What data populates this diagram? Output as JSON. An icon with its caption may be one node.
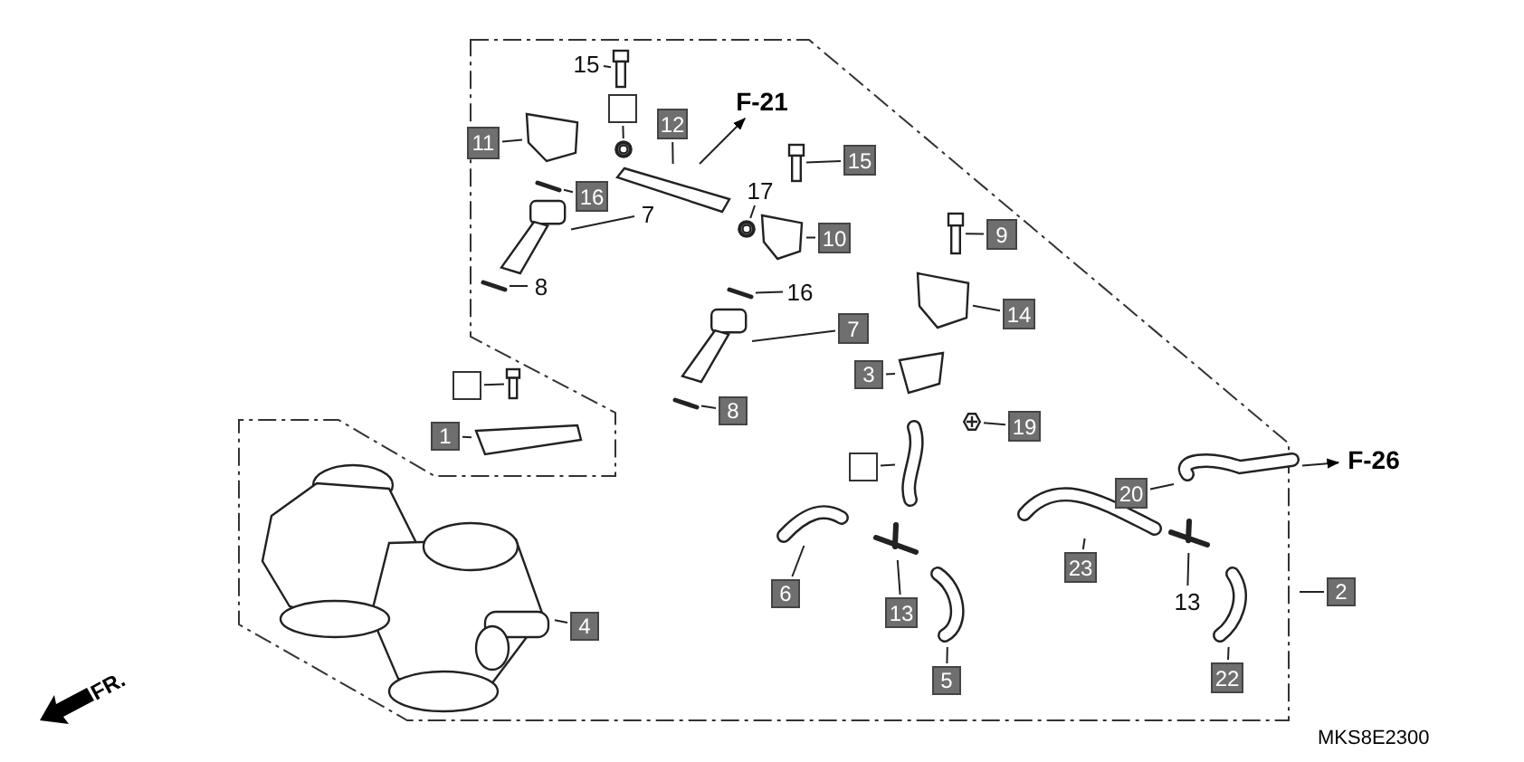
{
  "diagram": {
    "nodes": [
      {
        "text": [
          "15"
        ]
      },
      {
        "text": [],
        "shape": "box"
      },
      {
        "text": [
          "11"
        ]
      },
      {
        "text": [
          "12"
        ]
      },
      {
        "text": [
          "F-21"
        ]
      },
      {
        "text": [
          "15"
        ]
      },
      {
        "text": [
          "16"
        ]
      },
      {
        "text": [
          "17"
        ]
      },
      {
        "text": [
          "7"
        ]
      },
      {
        "text": [
          "10"
        ]
      },
      {
        "text": [
          "9"
        ]
      },
      {
        "text": [
          "8"
        ]
      },
      {
        "text": [
          "16"
        ]
      },
      {
        "text": [
          "7"
        ]
      },
      {
        "text": [
          "14"
        ]
      },
      {
        "text": [
          "3"
        ]
      },
      {
        "text": [
          "1"
        ]
      },
      {
        "text": [],
        "shape": "box"
      },
      {
        "text": [
          "8"
        ]
      },
      {
        "text": [
          "19"
        ]
      },
      {
        "text": [],
        "shape": "box"
      },
      {
        "text": [
          "20"
        ]
      },
      {
        "text": [
          "F-26"
        ]
      },
      {
        "text": [
          "23"
        ]
      },
      {
        "text": [
          "6"
        ]
      },
      {
        "text": [
          "13"
        ]
      },
      {
        "text": [
          "13"
        ]
      },
      {
        "text": [
          "2"
        ]
      },
      {
        "text": [
          "4"
        ]
      },
      {
        "text": [
          "5"
        ]
      },
      {
        "text": [
          "22"
        ]
      },
      {
        "text": [],
        "shape": "picture"
      },
      {
        "text": [],
        "shape": "picture"
      },
      {
        "text": [],
        "shape": "picture"
      },
      {
        "text": [],
        "shape": "picture"
      },
      {
        "text": [],
        "shape": "picture"
      },
      {
        "text": [],
        "shape": "picture"
      },
      {
        "text": [],
        "shape": "picture"
      },
      {
        "text": [],
        "shape": "picture"
      },
      {
        "text": [],
        "shape": "picture"
      },
      {
        "text": [],
        "shape": "picture"
      },
      {
        "text": [],
        "shape": "picture"
      },
      {
        "text": [],
        "shape": "picture"
      },
      {
        "text": [],
        "shape": "picture"
      },
      {
        "text": [],
        "shape": "picture"
      },
      {
        "text": [],
        "shape": "picture"
      },
      {
        "text": [],
        "shape": "picture"
      },
      {
        "text": [],
        "shape": "picture"
      },
      {
        "text": [],
        "shape": "picture"
      },
      {
        "text": [],
        "shape": "picture"
      },
      {
        "text": [],
        "shape": "picture"
      },
      {
        "text": [],
        "shape": "picture"
      },
      {
        "text": [],
        "shape": "picture"
      },
      {
        "text": [],
        "shape": "picture"
      },
      {
        "text": [],
        "shape": "picture"
      },
      {
        "text": [],
        "shape": "picture"
      },
      {
        "text": [],
        "shape": "picture"
      },
      {
        "text": [],
        "shape": "picture"
      },
      {
        "text": [],
        "shape": "picture"
      }
    ],
    "edges": [
      {
        "from": 0,
        "to": 31,
        "arrow": "none"
      },
      {
        "from": 1,
        "to": 32,
        "arrow": "none"
      },
      {
        "from": 2,
        "to": 33,
        "arrow": "none"
      },
      {
        "from": 3,
        "to": 34,
        "arrow": "none"
      },
      {
        "from": 34,
        "to": 4,
        "arrow": "to"
      },
      {
        "from": 5,
        "to": 35,
        "arrow": "none"
      },
      {
        "from": 6,
        "to": 36,
        "arrow": "none"
      },
      {
        "from": 7,
        "to": 37,
        "arrow": "none"
      },
      {
        "from": 8,
        "to": 38,
        "arrow": "none"
      },
      {
        "from": 9,
        "to": 39,
        "arrow": "none"
      },
      {
        "from": 10,
        "to": 40,
        "arrow": "none"
      },
      {
        "from": 11,
        "to": 41,
        "arrow": "none"
      },
      {
        "from": 12,
        "to": 42,
        "arrow": "none"
      },
      {
        "from": 13,
        "to": 43,
        "arrow": "none"
      },
      {
        "from": 14,
        "to": 44,
        "arrow": "none"
      },
      {
        "from": 15,
        "to": 45,
        "arrow": "none"
      },
      {
        "from": 16,
        "to": 46,
        "arrow": "none"
      },
      {
        "from": 17,
        "to": 47,
        "arrow": "none"
      },
      {
        "from": 18,
        "to": 48,
        "arrow": "none"
      },
      {
        "from": 19,
        "to": 49,
        "arrow": "none"
      },
      {
        "from": 20,
        "to": 50,
        "arrow": "none"
      },
      {
        "from": 21,
        "to": 51,
        "arrow": "none"
      },
      {
        "from": 51,
        "to": 22,
        "arrow": "to"
      },
      {
        "from": 23,
        "to": 52,
        "arrow": "none"
      },
      {
        "from": 24,
        "to": 53,
        "arrow": "none"
      },
      {
        "from": 25,
        "to": 54,
        "arrow": "none"
      },
      {
        "from": 26,
        "to": 55,
        "arrow": "none"
      },
      {
        "from": 27,
        "to": null,
        "arrow": "none"
      },
      {
        "from": 28,
        "to": 56,
        "arrow": "none"
      },
      {
        "from": 29,
        "to": 57,
        "arrow": "none"
      },
      {
        "from": 30,
        "to": 58,
        "arrow": "none"
      }
    ],
    "labels": [
      "FR.",
      "MKS8E2300"
    ]
  }
}
